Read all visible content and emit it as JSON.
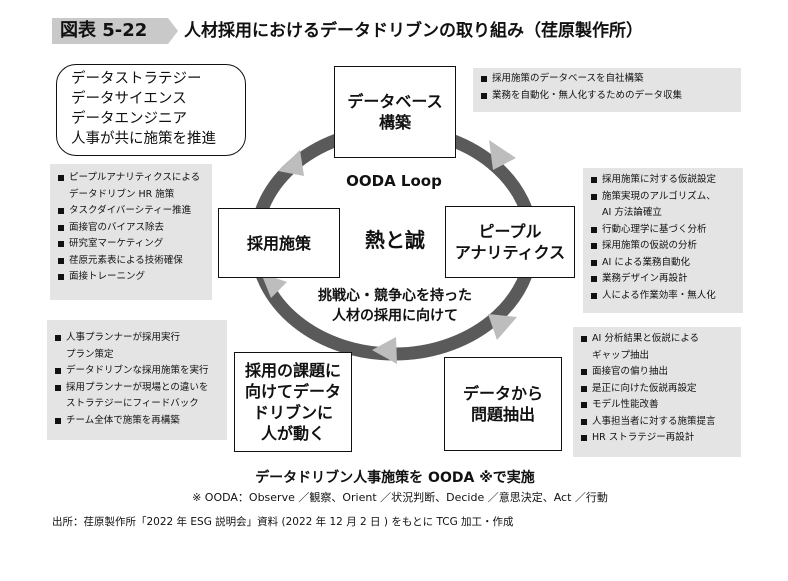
{
  "figure": {
    "label": "図表 5-22",
    "title": "人材採用におけるデータドリブンの取り組み（荏原製作所）"
  },
  "roles_box": {
    "lines": [
      "データストラテジー",
      "データサイエンス",
      "データエンジニア",
      "人事が共に施策を推進"
    ]
  },
  "cycle": {
    "loop_label": "OODA Loop",
    "center_main": "熱と誠",
    "center_sub_1": "挑戦心・競争心を持った",
    "center_sub_2": "人材の採用に向けて",
    "stages": [
      {
        "lines": [
          "データベース",
          "構築"
        ]
      },
      {
        "lines": [
          "ピープル",
          "アナリティクス"
        ]
      },
      {
        "lines": [
          "データから",
          "問題抽出"
        ]
      },
      {
        "lines": [
          "採用の課題に",
          "向けてデータ",
          "ドリブンに",
          "人が動く"
        ]
      },
      {
        "lines": [
          "採用施策"
        ]
      }
    ]
  },
  "notes": {
    "database": [
      "採用施策のデータベースを自社構築",
      "業務を自動化・無人化するためのデータ収集"
    ],
    "people_analytics": [
      "採用施策に対する仮説設定",
      "施策実現のアルゴリズム、",
      "AI 方法論確立",
      "行動心理学に基づく分析",
      "採用施策の仮説の分析",
      "AI による業務自動化",
      "業務デザイン再設計",
      "人による作業効率・無人化"
    ],
    "problem_extraction": [
      "AI 分析結果と仮説による",
      "ギャップ抽出",
      "面接官の偏り抽出",
      "是正に向けた仮説再設定",
      "モデル性能改善",
      "人事担当者に対する施策提言",
      "HR ストラテジー再設計"
    ],
    "people_action": [
      "人事プランナーが採用実行",
      "プラン策定",
      "データドリブンな採用施策を実行",
      "採用プランナーが現場との違いを",
      "ストラテジーにフィードバック",
      "チーム全体で施策を再構築"
    ],
    "recruiting": [
      "ピープルアナリティクスによる",
      "データドリブン HR 施策",
      "タスクダイバーシティー推進",
      "面接官のバイアス除去",
      "研究室マーケティング",
      "荏原元素表による技術確保",
      "面接トレーニング"
    ]
  },
  "caption": {
    "main": "データドリブン人事施策を OODA ※で実施",
    "footnote": "※ OODA：Observe ／観察、Orient ／状況判断、Decide ／意思決定、Act ／行動",
    "source": "出所：荏原製作所「2022 年 ESG 説明会」資料 (2022 年 12 月 2 日 ) をもとに TCG 加工・作成"
  },
  "colors": {
    "ring": "#5a5a5a",
    "arrow": "#bdbdbd",
    "note_bg": "#e4e4e4",
    "label_bg": "#c9c9c9"
  }
}
